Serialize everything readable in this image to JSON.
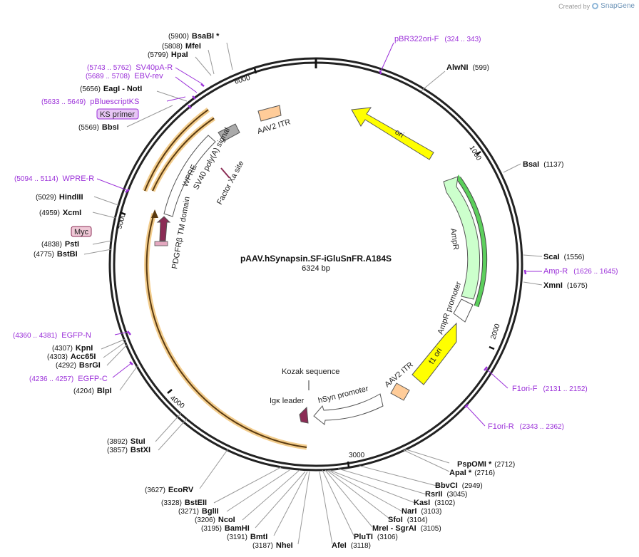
{
  "brand": {
    "created_by": "Created by",
    "name": "SnapGene"
  },
  "plasmid": {
    "name": "pAAV.hSynapsin.SF-iGluSnFR.A184S",
    "length_label": "6324 bp",
    "length": 6324
  },
  "ticks": [
    "1000",
    "2000",
    "3000",
    "4000",
    "5000",
    "6000"
  ],
  "enzymes": [
    {
      "name": "BsaBI",
      "star": " *",
      "pos": "(5900)"
    },
    {
      "name": "MfeI",
      "pos": "(5808)"
    },
    {
      "name": "HpaI",
      "pos": "(5799)"
    },
    {
      "name": "EagI",
      "extra": "  -  NotI",
      "pos": "(5656)"
    },
    {
      "name": "BbsI",
      "pos": "(5569)"
    },
    {
      "name": "HindIII",
      "pos": "(5029)"
    },
    {
      "name": "XcmI",
      "pos": "(4959)"
    },
    {
      "name": "PstI",
      "pos": "(4838)"
    },
    {
      "name": "BstBI",
      "pos": "(4775)"
    },
    {
      "name": "KpnI",
      "pos": "(4307)"
    },
    {
      "name": "Acc65I",
      "pos": "(4303)"
    },
    {
      "name": "BsrGI",
      "pos": "(4292)"
    },
    {
      "name": "BlpI",
      "pos": "(4204)"
    },
    {
      "name": "StuI",
      "pos": "(3892)"
    },
    {
      "name": "BstXI",
      "pos": "(3857)"
    },
    {
      "name": "EcoRV",
      "pos": "(3627)"
    },
    {
      "name": "BstEII",
      "pos": "(3328)"
    },
    {
      "name": "BglII",
      "pos": "(3271)"
    },
    {
      "name": "NcoI",
      "pos": "(3206)"
    },
    {
      "name": "BamHI",
      "pos": "(3195)"
    },
    {
      "name": "BmtI",
      "pos": "(3191)"
    },
    {
      "name": "NheI",
      "pos": "(3187)"
    },
    {
      "name": "AfeI",
      "pos": "(3118)"
    },
    {
      "name": "PluTI",
      "pos": "(3106)"
    },
    {
      "name": "MreI",
      "extra": "  -  SgrAI",
      "pos": "(3105)"
    },
    {
      "name": "SfoI",
      "pos": "(3104)"
    },
    {
      "name": "NarI",
      "pos": "(3103)"
    },
    {
      "name": "KasI",
      "pos": "(3102)"
    },
    {
      "name": "RsrII",
      "pos": "(3045)"
    },
    {
      "name": "BbvCI",
      "pos": "(2949)"
    },
    {
      "name": "ApaI",
      "star": " *",
      "pos": "(2716)"
    },
    {
      "name": "PspOMI",
      "star": " *",
      "pos": "(2712)"
    },
    {
      "name": "XmnI",
      "pos": "(1675)"
    },
    {
      "name": "ScaI",
      "pos": "(1556)"
    },
    {
      "name": "BsaI",
      "pos": "(1137)"
    },
    {
      "name": "AlwNI",
      "pos": "(599)"
    }
  ],
  "primers": [
    {
      "name": "pBR322ori-F",
      "range": "(324 .. 343)"
    },
    {
      "name": "SV40pA-R",
      "range": "(5743 .. 5762)"
    },
    {
      "name": "EBV-rev",
      "range": "(5689 .. 5708)"
    },
    {
      "name": "pBluescriptKS",
      "range": "(5633 .. 5649)"
    },
    {
      "name": "WPRE-R",
      "range": "(5094 .. 5114)"
    },
    {
      "name": "EGFP-N",
      "range": "(4360 .. 4381)"
    },
    {
      "name": "EGFP-C",
      "range": "(4236 .. 4257)"
    },
    {
      "name": "Amp-R",
      "range": "(1626 .. 1645)"
    },
    {
      "name": "F1ori-F",
      "range": "(2131 .. 2152)"
    },
    {
      "name": "F1ori-R",
      "range": "(2343 .. 2362)"
    }
  ],
  "boxed_labels": {
    "ks_primer": "KS primer",
    "myc": "Myc"
  },
  "features": {
    "ori": "ori",
    "ampr": "AmpR",
    "ampr_promoter": "AmpR promoter",
    "f1_ori": "f1 ori",
    "aav2_itr": "AAV2 ITR",
    "hsyn_promoter": "hSyn promoter",
    "kozak": "Kozak sequence",
    "igk_leader": "Igκ leader",
    "pdgfr": "PDGFRβ TM domain",
    "wpre": "WPRE",
    "sv40": "SV40 poly(A) signal",
    "factor_xa": "Factor Xa site"
  },
  "colors": {
    "primer": "#9b30d9",
    "ori": "#ffff00",
    "ampr": "#ccffcc",
    "itr": "#ffcc99",
    "maroon": "#8b2c55",
    "orf": "#f5a623",
    "backbone": "#222222"
  }
}
